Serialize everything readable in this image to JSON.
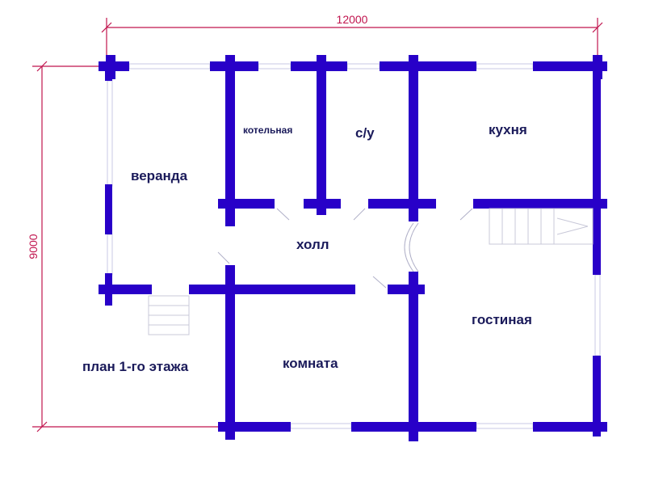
{
  "dimensions": {
    "width_label": "12000",
    "height_label": "9000"
  },
  "rooms": {
    "veranda": "веранда",
    "boiler_room": "котельная",
    "bathroom": "с/у",
    "kitchen": "кухня",
    "hall": "холл",
    "living_room": "гостиная",
    "bedroom": "комната"
  },
  "plan_title": "план 1-го этажа",
  "colors": {
    "walls": "#2800c8",
    "dimension_lines": "#c0144e",
    "labels": "#1a1a5a"
  }
}
